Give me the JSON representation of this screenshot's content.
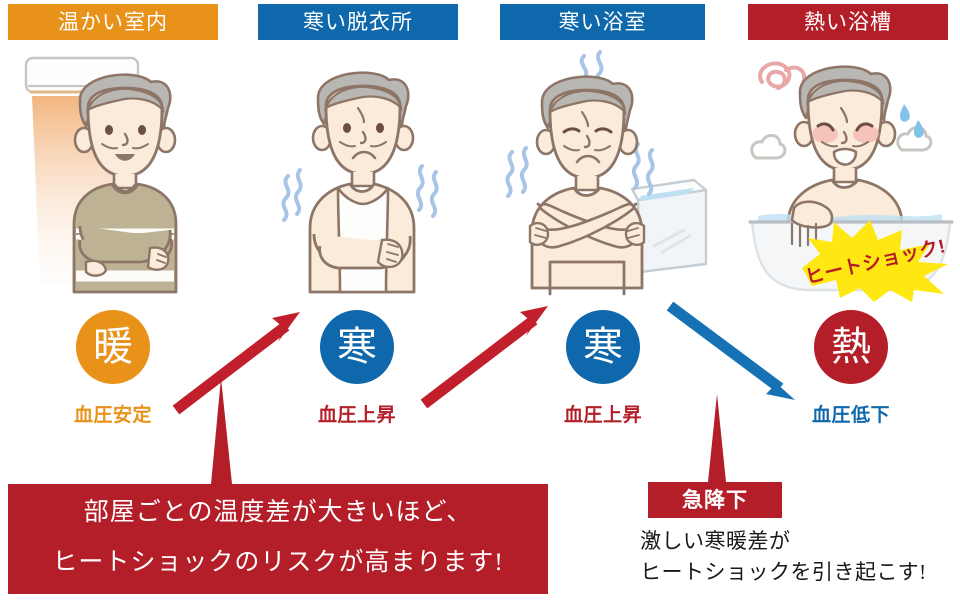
{
  "headers": [
    {
      "label": "温かい室内",
      "color": "#E8921A"
    },
    {
      "label": "寒い脱衣所",
      "color": "#0E68AB"
    },
    {
      "label": "寒い浴室",
      "color": "#0E68AB"
    },
    {
      "label": "熱い浴槽",
      "color": "#B41E28"
    }
  ],
  "scenes": [
    {
      "name": "warm-living-room-man",
      "description": "暖房の効いた室内で腕を組んで微笑む高齢男性"
    },
    {
      "name": "cold-changing-room-man",
      "description": "寒い脱衣所で肌着姿で震える高齢男性"
    },
    {
      "name": "cold-bathroom-man",
      "description": "寒い浴室で裸のまま身体を抱えて震える高齢男性"
    },
    {
      "name": "hot-bathtub-man",
      "description": "熱い浴槽で顔を赤くしてのぼせる高齢男性"
    }
  ],
  "circles": [
    {
      "kanji": "暖",
      "color": "#E8921A"
    },
    {
      "kanji": "寒",
      "color": "#0E68AB"
    },
    {
      "kanji": "寒",
      "color": "#0E68AB"
    },
    {
      "kanji": "熱",
      "color": "#B41E28"
    }
  ],
  "blood_pressure": [
    {
      "label": "血圧安定",
      "color": "#E8921A"
    },
    {
      "label": "血圧上昇",
      "color": "#B41E28"
    },
    {
      "label": "血圧上昇",
      "color": "#B41E28"
    },
    {
      "label": "血圧低下",
      "color": "#0E68AB"
    }
  ],
  "burst": {
    "label": "ヒートショック!",
    "text_color": "#B41E28",
    "fill_color": "#FFE812"
  },
  "main_callout": {
    "line1": "部屋ごとの温度差が大きいほど、",
    "line2": "ヒートショックのリスクが高まります!",
    "background": "#B41E28",
    "text_color": "#FFFFFF"
  },
  "drop_callout": {
    "badge": "急降下",
    "badge_background": "#B41E28",
    "line1": "激しい寒暖差が",
    "line2": "ヒートショックを引き起こす!",
    "text_color": "#1A1A1A"
  },
  "arrows": [
    {
      "name": "rise-arrow-1",
      "direction": "up-right",
      "color": "#C01F2B"
    },
    {
      "name": "rise-arrow-2",
      "direction": "up-right",
      "color": "#C01F2B"
    },
    {
      "name": "drop-arrow",
      "direction": "down-right",
      "color": "#1671B5"
    }
  ]
}
